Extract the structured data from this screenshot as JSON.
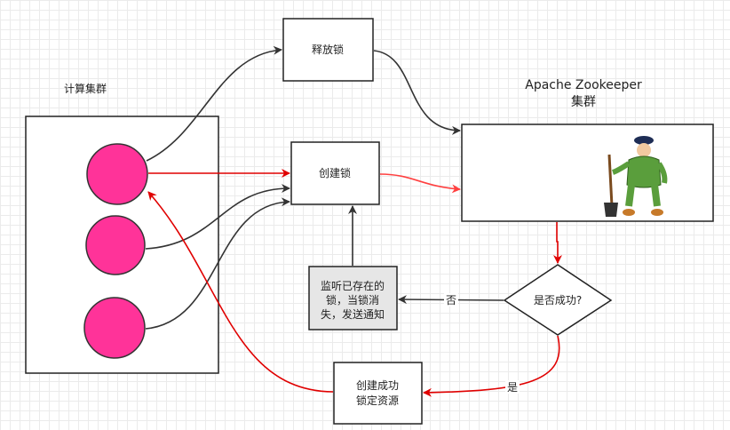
{
  "cluster": {
    "title": "计算集群"
  },
  "zookeeper": {
    "title_line1": "Apache Zookeeper",
    "title_line2": "集群",
    "mascot_icon": "zookeeper-mascot-icon"
  },
  "boxes": {
    "release_lock": "释放锁",
    "create_lock": "创建锁",
    "watch_lock_line1": "监听已存在的",
    "watch_lock_line2": "锁，当锁消",
    "watch_lock_line3": "失，发送通知",
    "success_line1": "创建成功",
    "success_line2": "锁定资源"
  },
  "decision": {
    "label": "是否成功?"
  },
  "edges": {
    "no": "否",
    "yes": "是"
  },
  "colors": {
    "node_fill": "#ff3399",
    "red_arrow": "#e00000",
    "dark_arrow": "#333333",
    "watch_box_fill": "#e6e6e6"
  }
}
